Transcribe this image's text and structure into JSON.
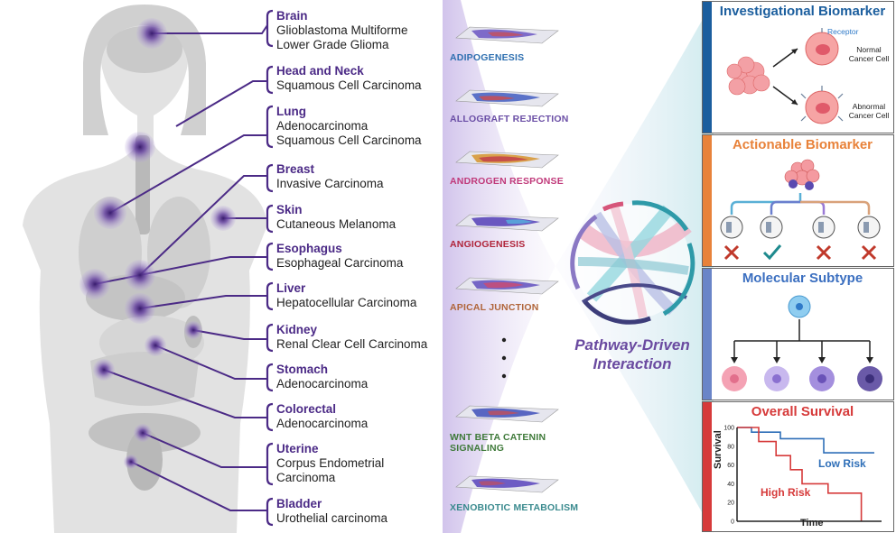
{
  "organs": [
    {
      "name": "Brain",
      "desc": [
        "Glioblastoma Multiforme",
        "Lower Grade Glioma"
      ]
    },
    {
      "name": "Head and Neck",
      "desc": [
        "Squamous Cell Carcinoma"
      ]
    },
    {
      "name": "Lung",
      "desc": [
        "Adenocarcinoma",
        "Squamous Cell Carcinoma"
      ]
    },
    {
      "name": "Breast",
      "desc": [
        "Invasive Carcinoma"
      ]
    },
    {
      "name": "Skin",
      "desc": [
        "Cutaneous Melanoma"
      ]
    },
    {
      "name": "Esophagus",
      "desc": [
        "Esophageal Carcinoma"
      ]
    },
    {
      "name": "Liver",
      "desc": [
        "Hepatocellular Carcinoma"
      ]
    },
    {
      "name": "Kidney",
      "desc": [
        "Renal Clear Cell Carcinoma"
      ]
    },
    {
      "name": "Stomach",
      "desc": [
        "Adenocarcinoma"
      ]
    },
    {
      "name": "Colorectal",
      "desc": [
        "Adenocarcinoma"
      ]
    },
    {
      "name": "Uterine",
      "desc": [
        "Corpus Endometrial",
        "Carcinoma"
      ]
    },
    {
      "name": "Bladder",
      "desc": [
        "Urothelial carcinoma"
      ]
    }
  ],
  "pathways": [
    {
      "label": "ADIPOGENESIS",
      "color": "#2e6fb0"
    },
    {
      "label": "ALLOGRAFT REJECTION",
      "color": "#6b4fa6"
    },
    {
      "label": "ANDROGEN RESPONSE",
      "color": "#c0397a"
    },
    {
      "label": "ANGIOGENESIS",
      "color": "#b0243a"
    },
    {
      "label": "APICAL JUNCTION",
      "color": "#b0653a"
    },
    {
      "label": "WNT BETA CATENIN SIGNALING",
      "color": "#3f7a3a"
    },
    {
      "label": "XENOBIOTIC METABOLISM",
      "color": "#3a8a8e"
    }
  ],
  "center": {
    "title_line1": "Pathway-Driven",
    "title_line2": "Interaction"
  },
  "panels": {
    "investigational": {
      "title": "Investigational Biomarker",
      "receptor": "Receptor",
      "normal": [
        "Normal",
        "Cancer Cell"
      ],
      "abnormal": [
        "Abnormal",
        "Cancer Cell"
      ],
      "color": "#1b5e9e"
    },
    "actionable": {
      "title": "Actionable Biomarker",
      "color": "#e8823a"
    },
    "molecular": {
      "title": "Molecular Subtype",
      "color": "#3b6fc0"
    },
    "survival": {
      "title": "Overall Survival",
      "color": "#d63a3a"
    }
  },
  "chart_data": {
    "type": "line",
    "title": "Overall Survival",
    "xlabel": "Time",
    "ylabel": "Survival",
    "yticks": [
      0,
      20,
      40,
      60,
      80,
      100
    ],
    "ylim": [
      0,
      100
    ],
    "xlim": [
      0,
      10
    ],
    "series": [
      {
        "name": "Low Risk",
        "color": "#2f6fb8",
        "x": [
          0,
          1,
          1,
          3,
          3,
          6,
          6,
          9.5
        ],
        "y": [
          100,
          100,
          95,
          95,
          88,
          88,
          73,
          73
        ]
      },
      {
        "name": "High Risk",
        "color": "#d63a3a",
        "x": [
          0,
          1.5,
          1.5,
          2.7,
          2.7,
          3.7,
          3.7,
          4.5,
          4.5,
          6.3,
          6.3,
          8.6,
          8.6
        ],
        "y": [
          100,
          100,
          85,
          85,
          70,
          70,
          55,
          55,
          40,
          40,
          30,
          30,
          0
        ]
      }
    ]
  }
}
